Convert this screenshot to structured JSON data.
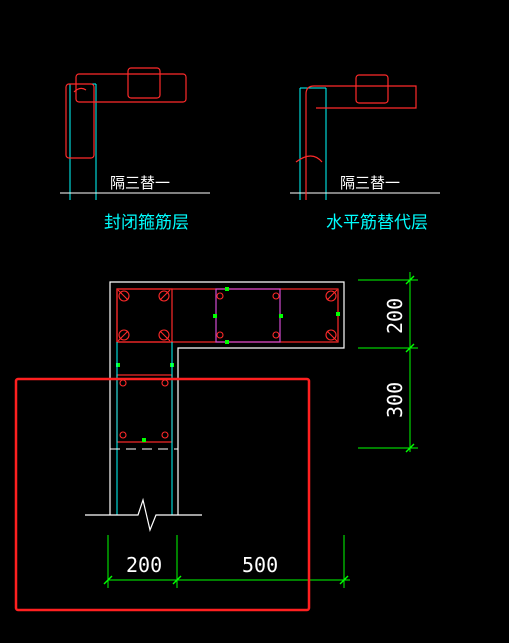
{
  "labels": {
    "left_note": "隔三替一",
    "left_caption": "封闭箍筋层",
    "right_note": "隔三替一",
    "right_caption": "水平筋替代层"
  },
  "dimensions": {
    "dim_200_bottom": "200",
    "dim_500_bottom": "500",
    "dim_200_right": "200",
    "dim_300_right": "300"
  },
  "colors": {
    "background": "#000000",
    "cyan": "#00ffff",
    "red": "#ff2a2a",
    "white": "#ffffff",
    "green": "#00ff00",
    "magenta": "#d24bd2",
    "highlight_red": "#ff2020"
  }
}
